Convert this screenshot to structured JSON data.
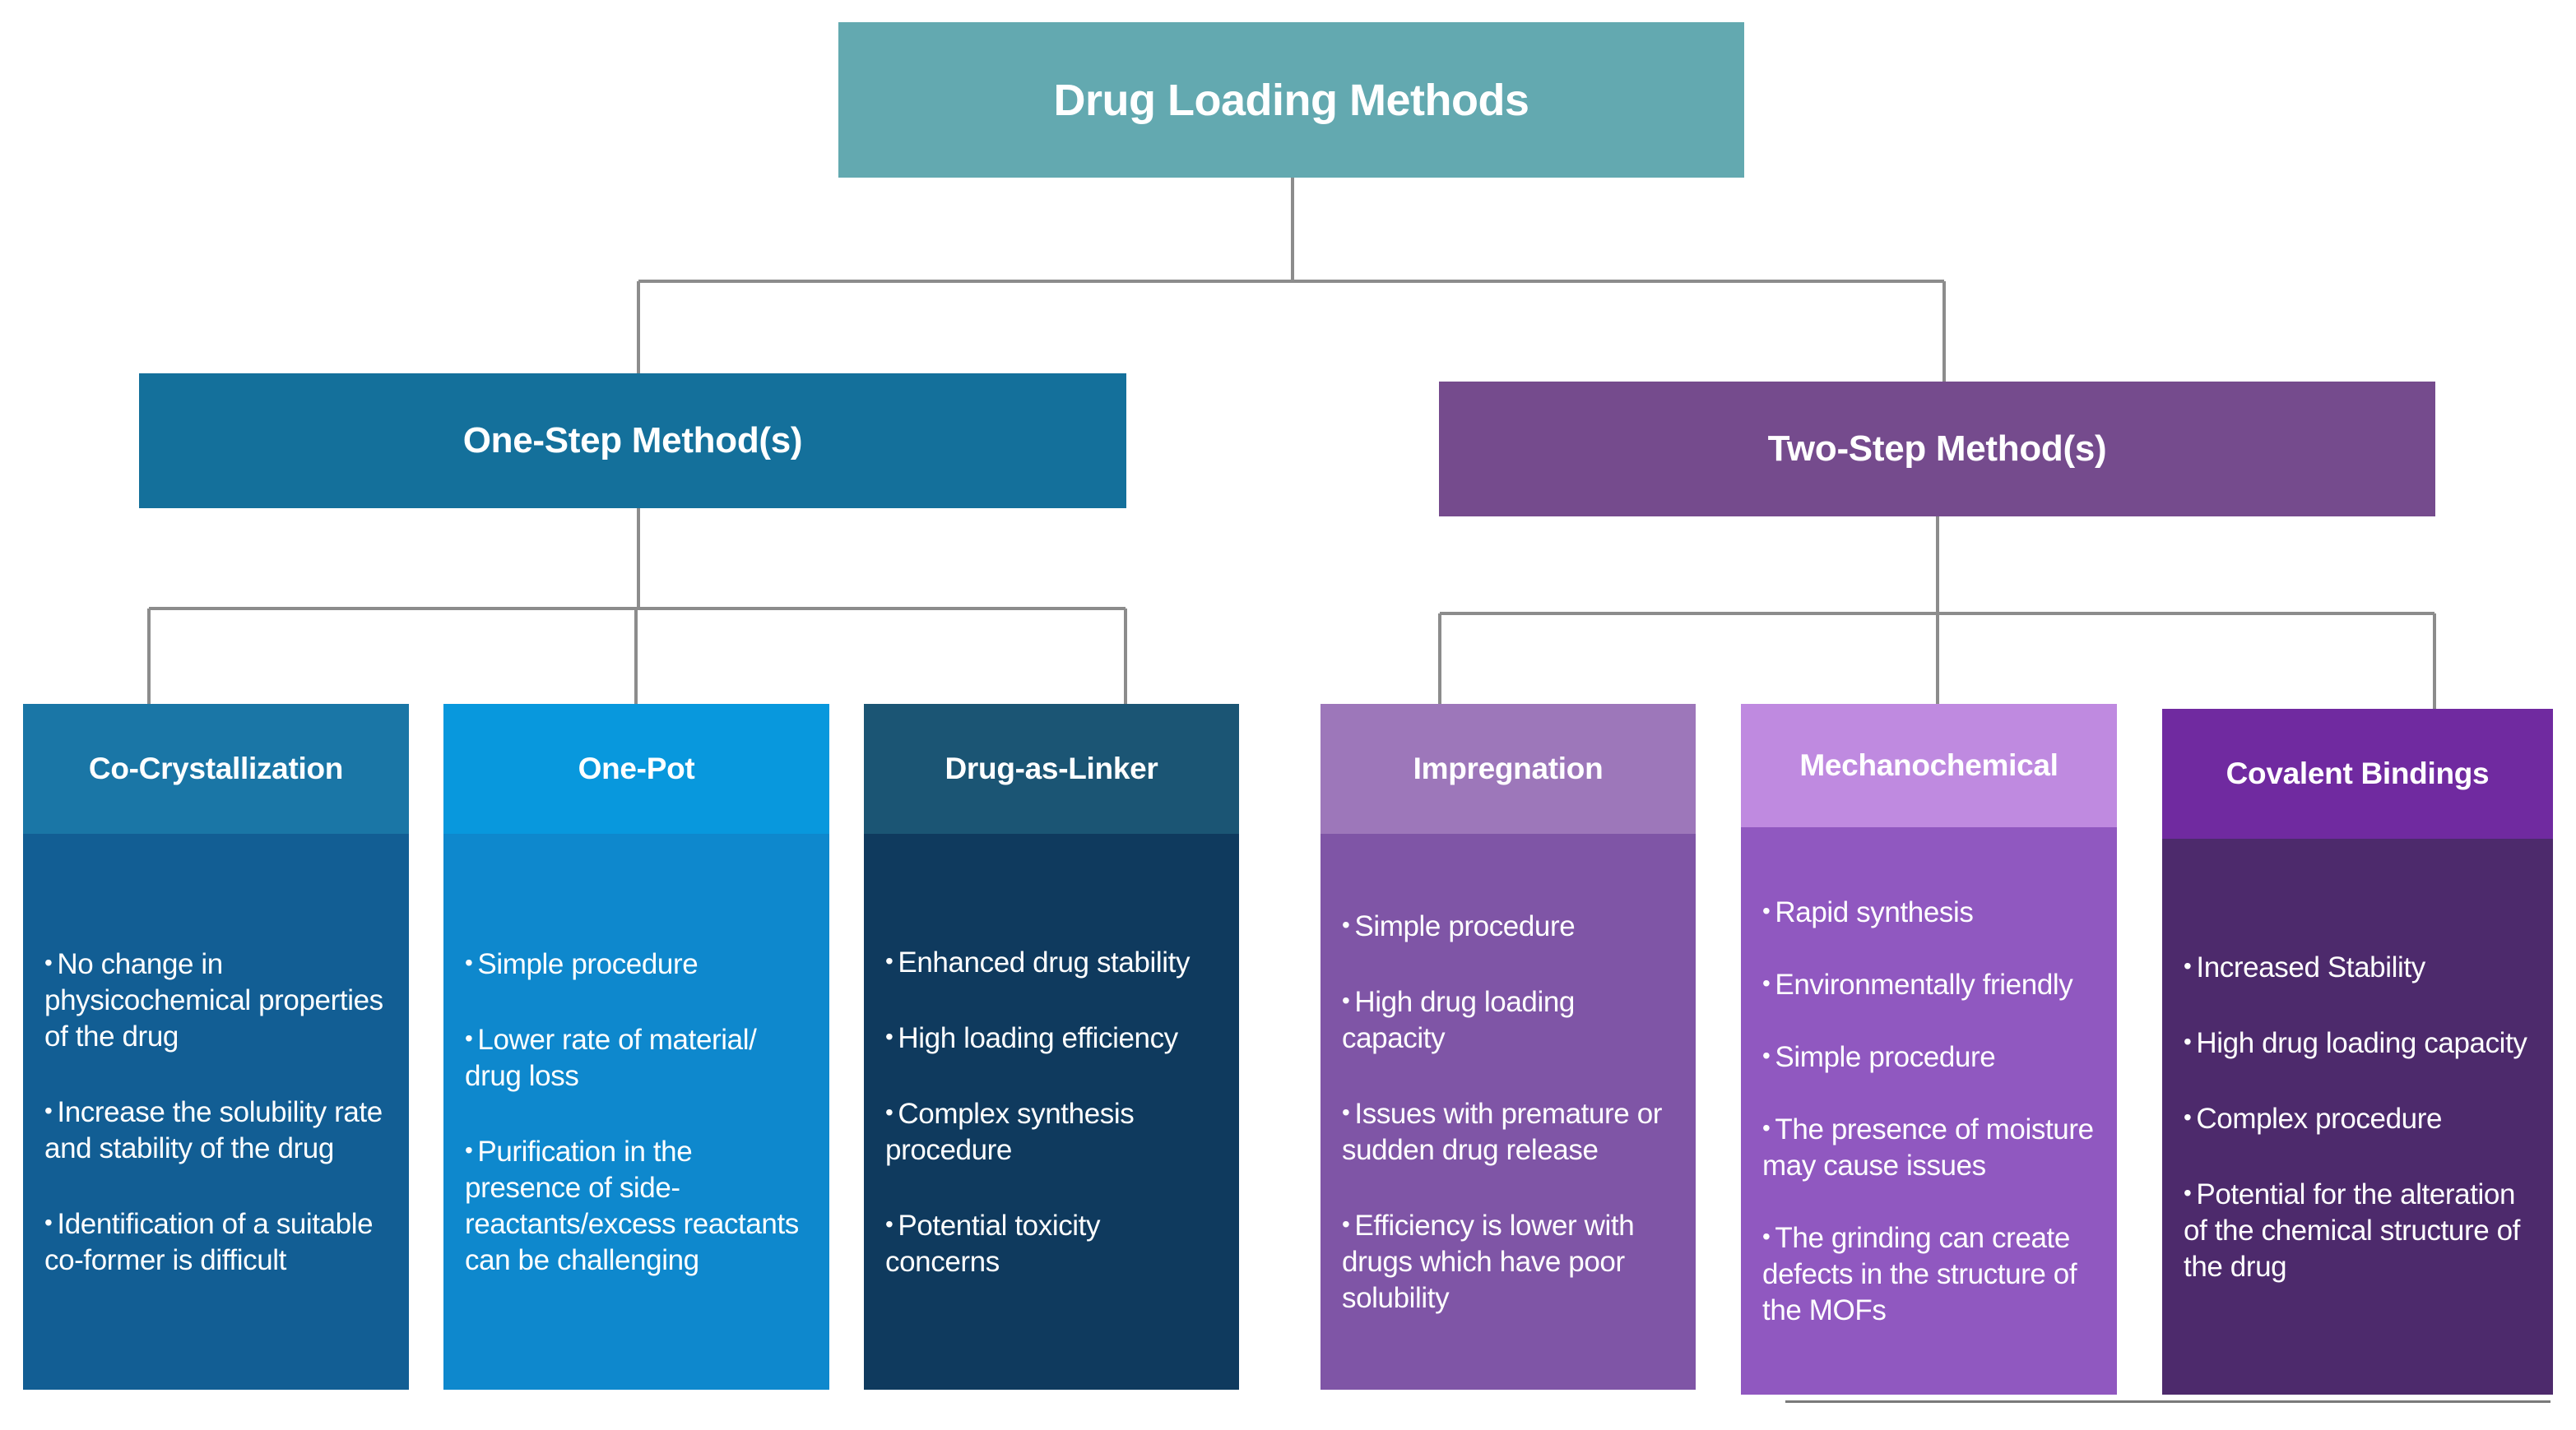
{
  "title": "Drug Loading Methods",
  "groups": [
    {
      "label": "One-Step Method(s)",
      "methods": [
        {
          "name": "Co-Crystallization",
          "points": [
            "No change in physicochemical properties of the drug",
            "Increase the solubility rate and stability of the drug",
            "Identification of a suitable co-former is difficult"
          ]
        },
        {
          "name": "One-Pot",
          "points": [
            "Simple procedure",
            "Lower rate of material/ drug loss",
            "Purification in the presence of side-reactants/excess reactants can be challenging"
          ]
        },
        {
          "name": "Drug-as-Linker",
          "points": [
            "Enhanced drug stability",
            "High loading efficiency",
            "Complex synthesis procedure",
            "Potential toxicity concerns"
          ]
        }
      ]
    },
    {
      "label": "Two-Step Method(s)",
      "methods": [
        {
          "name": "Impregnation",
          "points": [
            "Simple procedure",
            "High drug loading capacity",
            "Issues with premature or sudden drug release",
            "Efficiency is lower with drugs which have poor solubility"
          ]
        },
        {
          "name": "Mechanochemical",
          "points": [
            "Rapid synthesis",
            "Environmentally friendly",
            "Simple procedure",
            "The presence of moisture may cause issues",
            "The grinding can create defects in the structure of the MOFs"
          ]
        },
        {
          "name": "Covalent Bindings",
          "points": [
            "Increased Stability",
            "High drug loading capacity",
            "Complex procedure",
            "Potential for the alteration of the chemical structure of the drug"
          ]
        }
      ]
    }
  ],
  "colors": {
    "title_bg": "#63a9b0",
    "one_step_bg": "#14709b",
    "two_step_bg": "#754b8d",
    "connector": "#8c8c8c",
    "co_crystallization_head": "#1a76a6",
    "co_crystallization_body": "#125e94",
    "one_pot_head": "#0898dd",
    "one_pot_body": "#0e88cd",
    "drug_as_linker_head": "#1b5574",
    "drug_as_linker_body": "#0f3a5e",
    "impregnation_head": "#9d77ba",
    "impregnation_body": "#7f55a6",
    "mechanochemical_head": "#bf8ae0",
    "mechanochemical_body": "#9058c0",
    "covalent_head": "#702aa0",
    "covalent_body": "#4d2a6c"
  }
}
